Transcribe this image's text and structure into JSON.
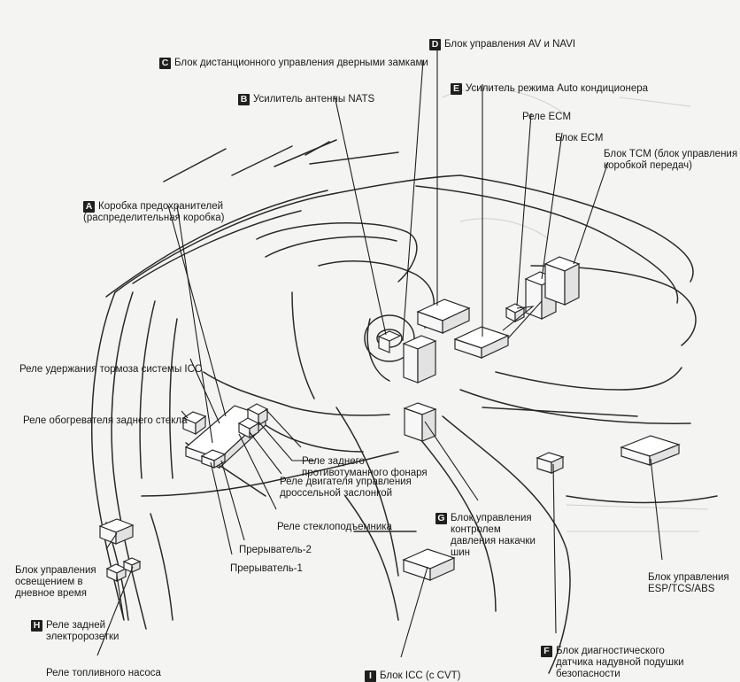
{
  "labels": {
    "C": {
      "letter": "C",
      "text": "Блок дистанционного управления дверными замками"
    },
    "D": {
      "letter": "D",
      "text": "Блок управления AV и NAVI"
    },
    "B": {
      "letter": "B",
      "text": "Усилитель антенны NATS"
    },
    "E": {
      "letter": "E",
      "text": "Усилитель режима Auto кондиционера"
    },
    "rele_ecm": "Реле ECM",
    "blok_ecm": "Блок ECM",
    "tcm": "Блок TCM (блок управления\nкоробкой передач)",
    "A": {
      "letter": "A",
      "text": "Коробка предохранителей\n(распределительная коробка)"
    },
    "rele_icc_brake": "Реле удержания тормоза системы ICC",
    "rele_rear_heater": "Реле обогревателя заднего стекла",
    "rele_rear_fog": "Реле заднего\nпротивотуманного фонаря",
    "rele_throttle": "Реле двигателя управления\nдроссельной заслонкой",
    "rele_window": "Реле стеклоподъемника",
    "G": {
      "letter": "G",
      "text": "Блок управления\nконтролем\nдавления накачки\nшин"
    },
    "breaker2": "Прерыватель-2",
    "breaker1": "Прерыватель-1",
    "drl": "Блок управления\nосвещением в\nдневное время",
    "H": {
      "letter": "H",
      "text": "Реле задней\nэлектророзетки"
    },
    "fuel_pump": "Реле топливного насоса",
    "esp": "Блок управления\nESP/TCS/ABS",
    "F": {
      "letter": "F",
      "text": "Блок диагностического\nдатчика надувной подушки\nбезопасности"
    },
    "I": {
      "letter": "I",
      "text": "Блок ICC (с CVT)"
    }
  },
  "colors": {
    "ink": "#1a1a1a",
    "paper": "#f4f4f2",
    "badge": "#1f1f1f"
  }
}
